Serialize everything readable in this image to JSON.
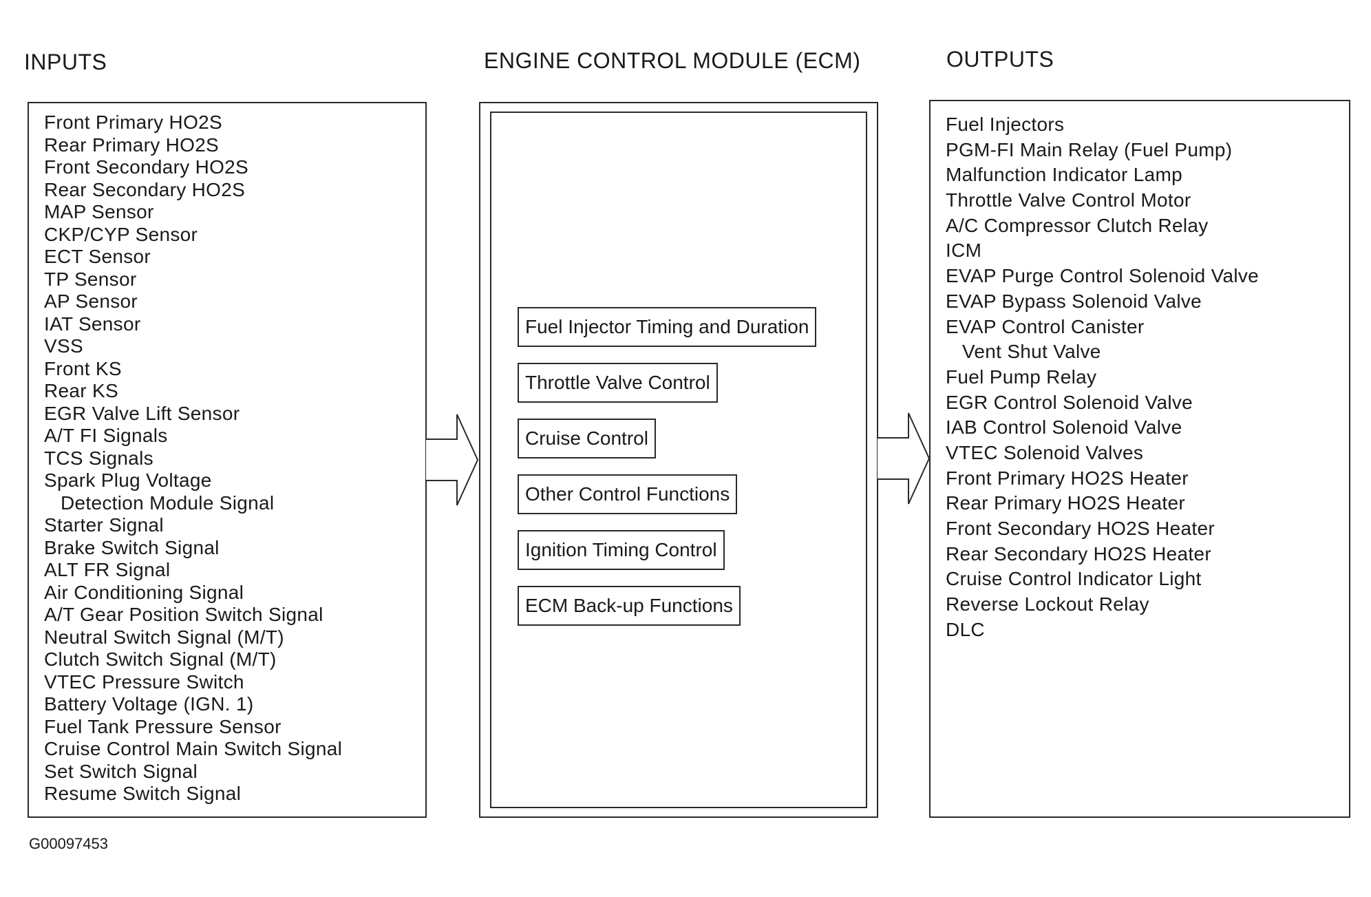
{
  "headings": {
    "inputs": "INPUTS",
    "ecm": "ENGINE CONTROL MODULE (ECM)",
    "outputs": "OUTPUTS"
  },
  "inputs": [
    "Front Primary HO2S",
    "Rear Primary HO2S",
    "Front Secondary HO2S",
    "Rear Secondary HO2S",
    "MAP Sensor",
    "CKP/CYP Sensor",
    "ECT Sensor",
    "TP Sensor",
    "AP Sensor",
    "IAT Sensor",
    "VSS",
    "Front KS",
    "Rear KS",
    "EGR Valve Lift Sensor",
    "A/T FI Signals",
    "TCS Signals",
    "Spark Plug Voltage",
    "Detection Module Signal",
    "Starter Signal",
    "Brake Switch Signal",
    "ALT FR Signal",
    "Air Conditioning Signal",
    "A/T Gear Position Switch Signal",
    "Neutral Switch Signal (M/T)",
    "Clutch Switch Signal (M/T)",
    "VTEC Pressure Switch",
    "Battery Voltage (IGN. 1)",
    "Fuel Tank Pressure Sensor",
    "Cruise Control Main Switch Signal",
    "Set Switch Signal",
    "Resume Switch Signal"
  ],
  "ecm_functions": [
    "Fuel Injector Timing and Duration",
    "Throttle Valve Control",
    "Cruise Control",
    "Other Control Functions",
    "Ignition Timing Control",
    "ECM Back-up Functions"
  ],
  "outputs": [
    "Fuel Injectors",
    "PGM-FI Main Relay (Fuel Pump)",
    "Malfunction Indicator Lamp",
    "Throttle Valve Control Motor",
    "A/C Compressor Clutch Relay",
    "ICM",
    "EVAP Purge Control Solenoid Valve",
    "EVAP Bypass Solenoid Valve",
    "EVAP Control Canister",
    "Vent Shut Valve",
    "Fuel Pump Relay",
    "EGR Control Solenoid Valve",
    "IAB Control Solenoid Valve",
    "VTEC Solenoid Valves",
    "Front Primary HO2S Heater",
    "Rear Primary HO2S Heater",
    "Front Secondary HO2S Heater",
    "Rear Secondary HO2S Heater",
    "Cruise Control Indicator Light",
    "Reverse Lockout Relay",
    "DLC"
  ],
  "figure_code": "G00097453",
  "colors": {
    "line": "#2a2a2a",
    "text": "#1a1a1a",
    "background": "#ffffff"
  }
}
